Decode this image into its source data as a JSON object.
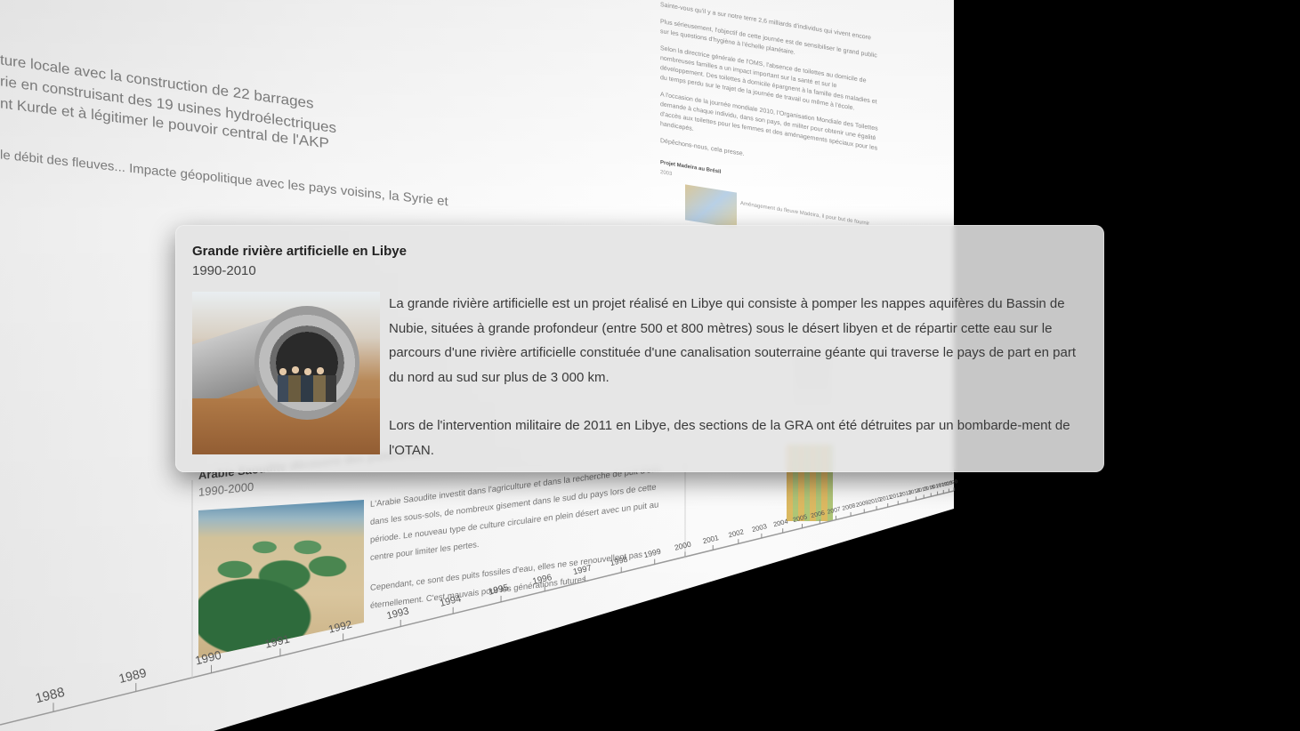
{
  "background_page": {
    "left_lines": [
      "ture locale avec la construction de 22 barrages",
      "rie en construisant des 19 usines hydroélectriques",
      "nt Kurde et à légitimer le pouvoir central de l'AKP",
      "le débit des fleuves... Impacte géopolitique avec les pays voisins, la Syrie et"
    ],
    "right_column": {
      "paragraphs": [
        "Sainte-vous qu'il y a sur notre terre 2,6 milliards d'individus qui vivent encore",
        "Plus sérieusement, l'objectif de cette journée est de sensibiliser le grand public sur les questions d'hygiène à l'échelle planétaire.",
        "Selon la directrice générale de l'OMS, l'absence de toilettes au domicile de nombreuses familles a un impact important sur la santé et sur le développement. Des toilettes à domicile épargnent à la famille des maladies et du temps perdu sur le trajet de la journée de travail ou même à l'école.",
        "A l'occasion de la journée mondiale 2010, l'Organisation Mondiale des Toilettes demande à chaque individu, dans son pays, de militer pour obtenir une égalité d'accès aux toilettes pour les femmes et des aménagements spéciaux pour les handicapés.",
        "Dépêchons-nous, cela presse."
      ],
      "next_title": "Projet Madeira au Brésil",
      "next_year": "2003",
      "next_snippet": "Aménagement du fleuve Madeira, il pour but de fournir"
    },
    "saudi_event": {
      "title": "Arabie Saoudite découvre des puits d'eau",
      "year": "1990-2000",
      "paragraphs": [
        "L'Arabie Saoudite investit dans l'agriculture et dans la recherche de puit d'eau dans les sous-sols, de nombreux gisement dans le sud du pays lors de cette période. Le nouveau type de culture circulaire en plein désert avec un puit au centre pour limiter les pertes.",
        "Cependant, ce sont des puits fossiles d'eau, elles ne se renouvellent pas éternellement. C'est mauvais pour les générations futures."
      ]
    }
  },
  "timeline": {
    "years": [
      "1988",
      "1989",
      "1990",
      "1991",
      "1992",
      "1993",
      "1994",
      "1995",
      "1996",
      "1997",
      "1998",
      "1999",
      "2000",
      "2001",
      "2002",
      "2003",
      "2004",
      "2005",
      "2006",
      "2007",
      "2008",
      "2009",
      "2010",
      "2011",
      "2012",
      "2013",
      "2014",
      "2015",
      "2016",
      "2017",
      "2018",
      "2019",
      "2020"
    ]
  },
  "popup": {
    "title": "Grande rivière artificielle en Libye",
    "year": "1990-2010",
    "image_alt": "Pipe segment with workers in the desert",
    "paragraphs": [
      "La grande rivière artificielle est un projet réalisé en Libye qui consiste à pomper les nappes aquifères du Bassin de Nubie, situées à grande profondeur (entre 500 et 800 mètres) sous le désert libyen et de répartir cette eau sur le parcours d'une rivière artificielle constituée d'une canalisation souterraine géante qui traverse le pays de part en part du nord au sud sur plus de 3 000 km.",
      "Lors de l'intervention militaire de 2011 en Libye, des sections de la GRA ont été détruites par un bombarde-ment de l'OTAN."
    ]
  },
  "colors": {
    "page_background": "#ffffff",
    "outside": "#000000",
    "card_background": "#e2e2e2",
    "title_text": "#222222",
    "body_text": "#3a3a3a"
  }
}
